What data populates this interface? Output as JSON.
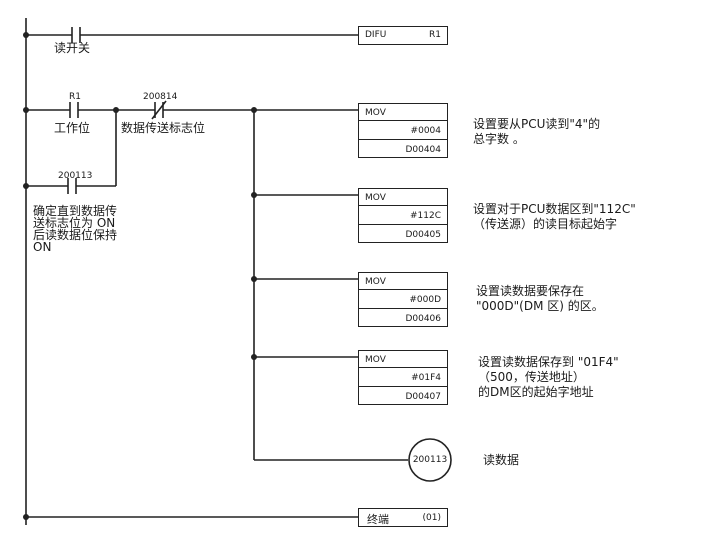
{
  "rung1": {
    "contact_label": "读开关",
    "instr": "DIFU",
    "operand": "R1"
  },
  "rung2": {
    "c1_top": "R1",
    "c1_bottom": "工作位",
    "c2_top": "200814",
    "c2_bottom": "数据传送标志位",
    "c3_top": "200113",
    "c3_desc": [
      "确定直到数据传",
      "送标志位为 ON",
      "后读数据位保持",
      "ON"
    ]
  },
  "movs": [
    {
      "op": "MOV",
      "src": "#0004",
      "dst": "D00404",
      "note": [
        "设置要从PCU读到\"4\"的",
        "总字数 。"
      ]
    },
    {
      "op": "MOV",
      "src": "#112C",
      "dst": "D00405",
      "note": [
        "设置对于PCU数据区到\"112C\"",
        "（传送源）的读目标起始字"
      ]
    },
    {
      "op": "MOV",
      "src": "#000D",
      "dst": "D00406",
      "note": [
        "设置读数据要保存在",
        "\"000D\"(DM 区) 的区。"
      ]
    },
    {
      "op": "MOV",
      "src": "#01F4",
      "dst": "D00407",
      "note": [
        "设置读数据保存到 \"01F4\"",
        "（500，传送地址）",
        "的DM区的起始字地址"
      ]
    }
  ],
  "coil": {
    "label": "200113",
    "note": "读数据"
  },
  "end": {
    "label": "终端",
    "code": "(01)"
  }
}
